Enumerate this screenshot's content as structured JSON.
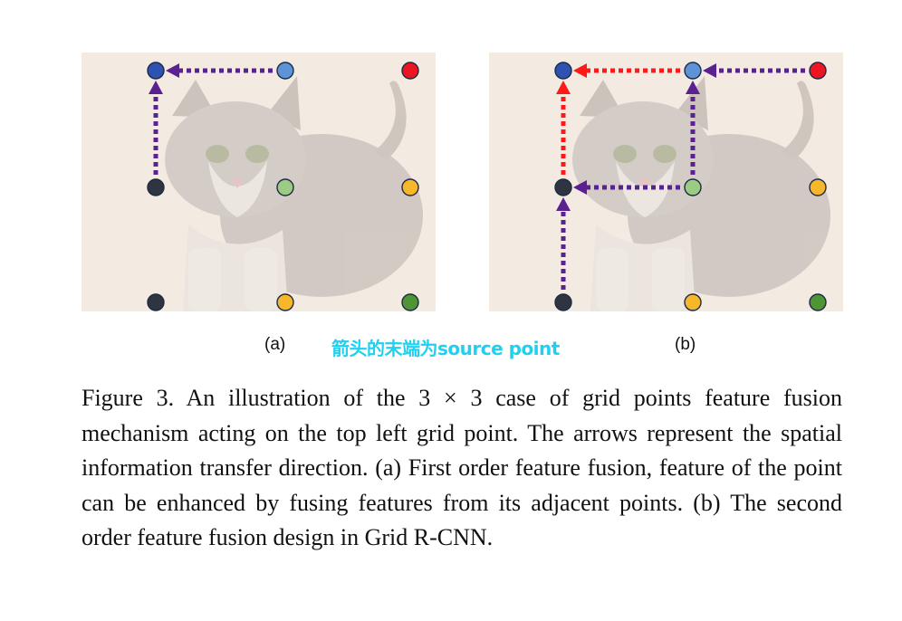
{
  "figure": {
    "panel_a_label": "(a)",
    "panel_b_label": "(b)",
    "annotation": "箭头的末端为source point",
    "caption": "Figure 3. An illustration of the 3 × 3 case of grid points feature fusion mechanism acting on the top left grid point. The arrows represent the spatial information transfer direction. (a) First order feature fusion, feature of the point can be enhanced by fusing features from its adjacent points. (b) The second order feature fusion design in Grid R-CNN."
  },
  "colors": {
    "purple_arrow": "#5a2191",
    "red_arrow": "#ff1a1a",
    "blue_dark": "#2d52b2",
    "blue_light": "#5e93d7",
    "red": "#ec1522",
    "black": "#2e3540",
    "green_light": "#9ccb84",
    "yellow": "#f7b72a",
    "green_dark": "#4f9535",
    "annotation": "#1fd1f0"
  },
  "grid_points": {
    "rows": [
      [
        "blue_dark",
        "blue_light",
        "red"
      ],
      [
        "black",
        "green_light",
        "yellow"
      ],
      [
        "black",
        "yellow",
        "green_dark"
      ]
    ]
  },
  "panels": {
    "a": {
      "arrows": [
        {
          "from": [
            1,
            0
          ],
          "to": [
            0,
            0
          ],
          "color": "purple_arrow"
        },
        {
          "from": [
            0,
            1
          ],
          "to": [
            0,
            0
          ],
          "color": "purple_arrow"
        }
      ]
    },
    "b": {
      "arrows": [
        {
          "from": [
            1,
            0
          ],
          "to": [
            0,
            0
          ],
          "color": "red_arrow"
        },
        {
          "from": [
            2,
            0
          ],
          "to": [
            1,
            0
          ],
          "color": "purple_arrow"
        },
        {
          "from": [
            1,
            1
          ],
          "to": [
            1,
            0
          ],
          "color": "purple_arrow"
        },
        {
          "from": [
            0,
            1
          ],
          "to": [
            0,
            0
          ],
          "color": "red_arrow"
        },
        {
          "from": [
            0,
            2
          ],
          "to": [
            0,
            1
          ],
          "color": "purple_arrow"
        },
        {
          "from": [
            1,
            1
          ],
          "to": [
            0,
            1
          ],
          "color": "purple_arrow"
        }
      ]
    }
  }
}
